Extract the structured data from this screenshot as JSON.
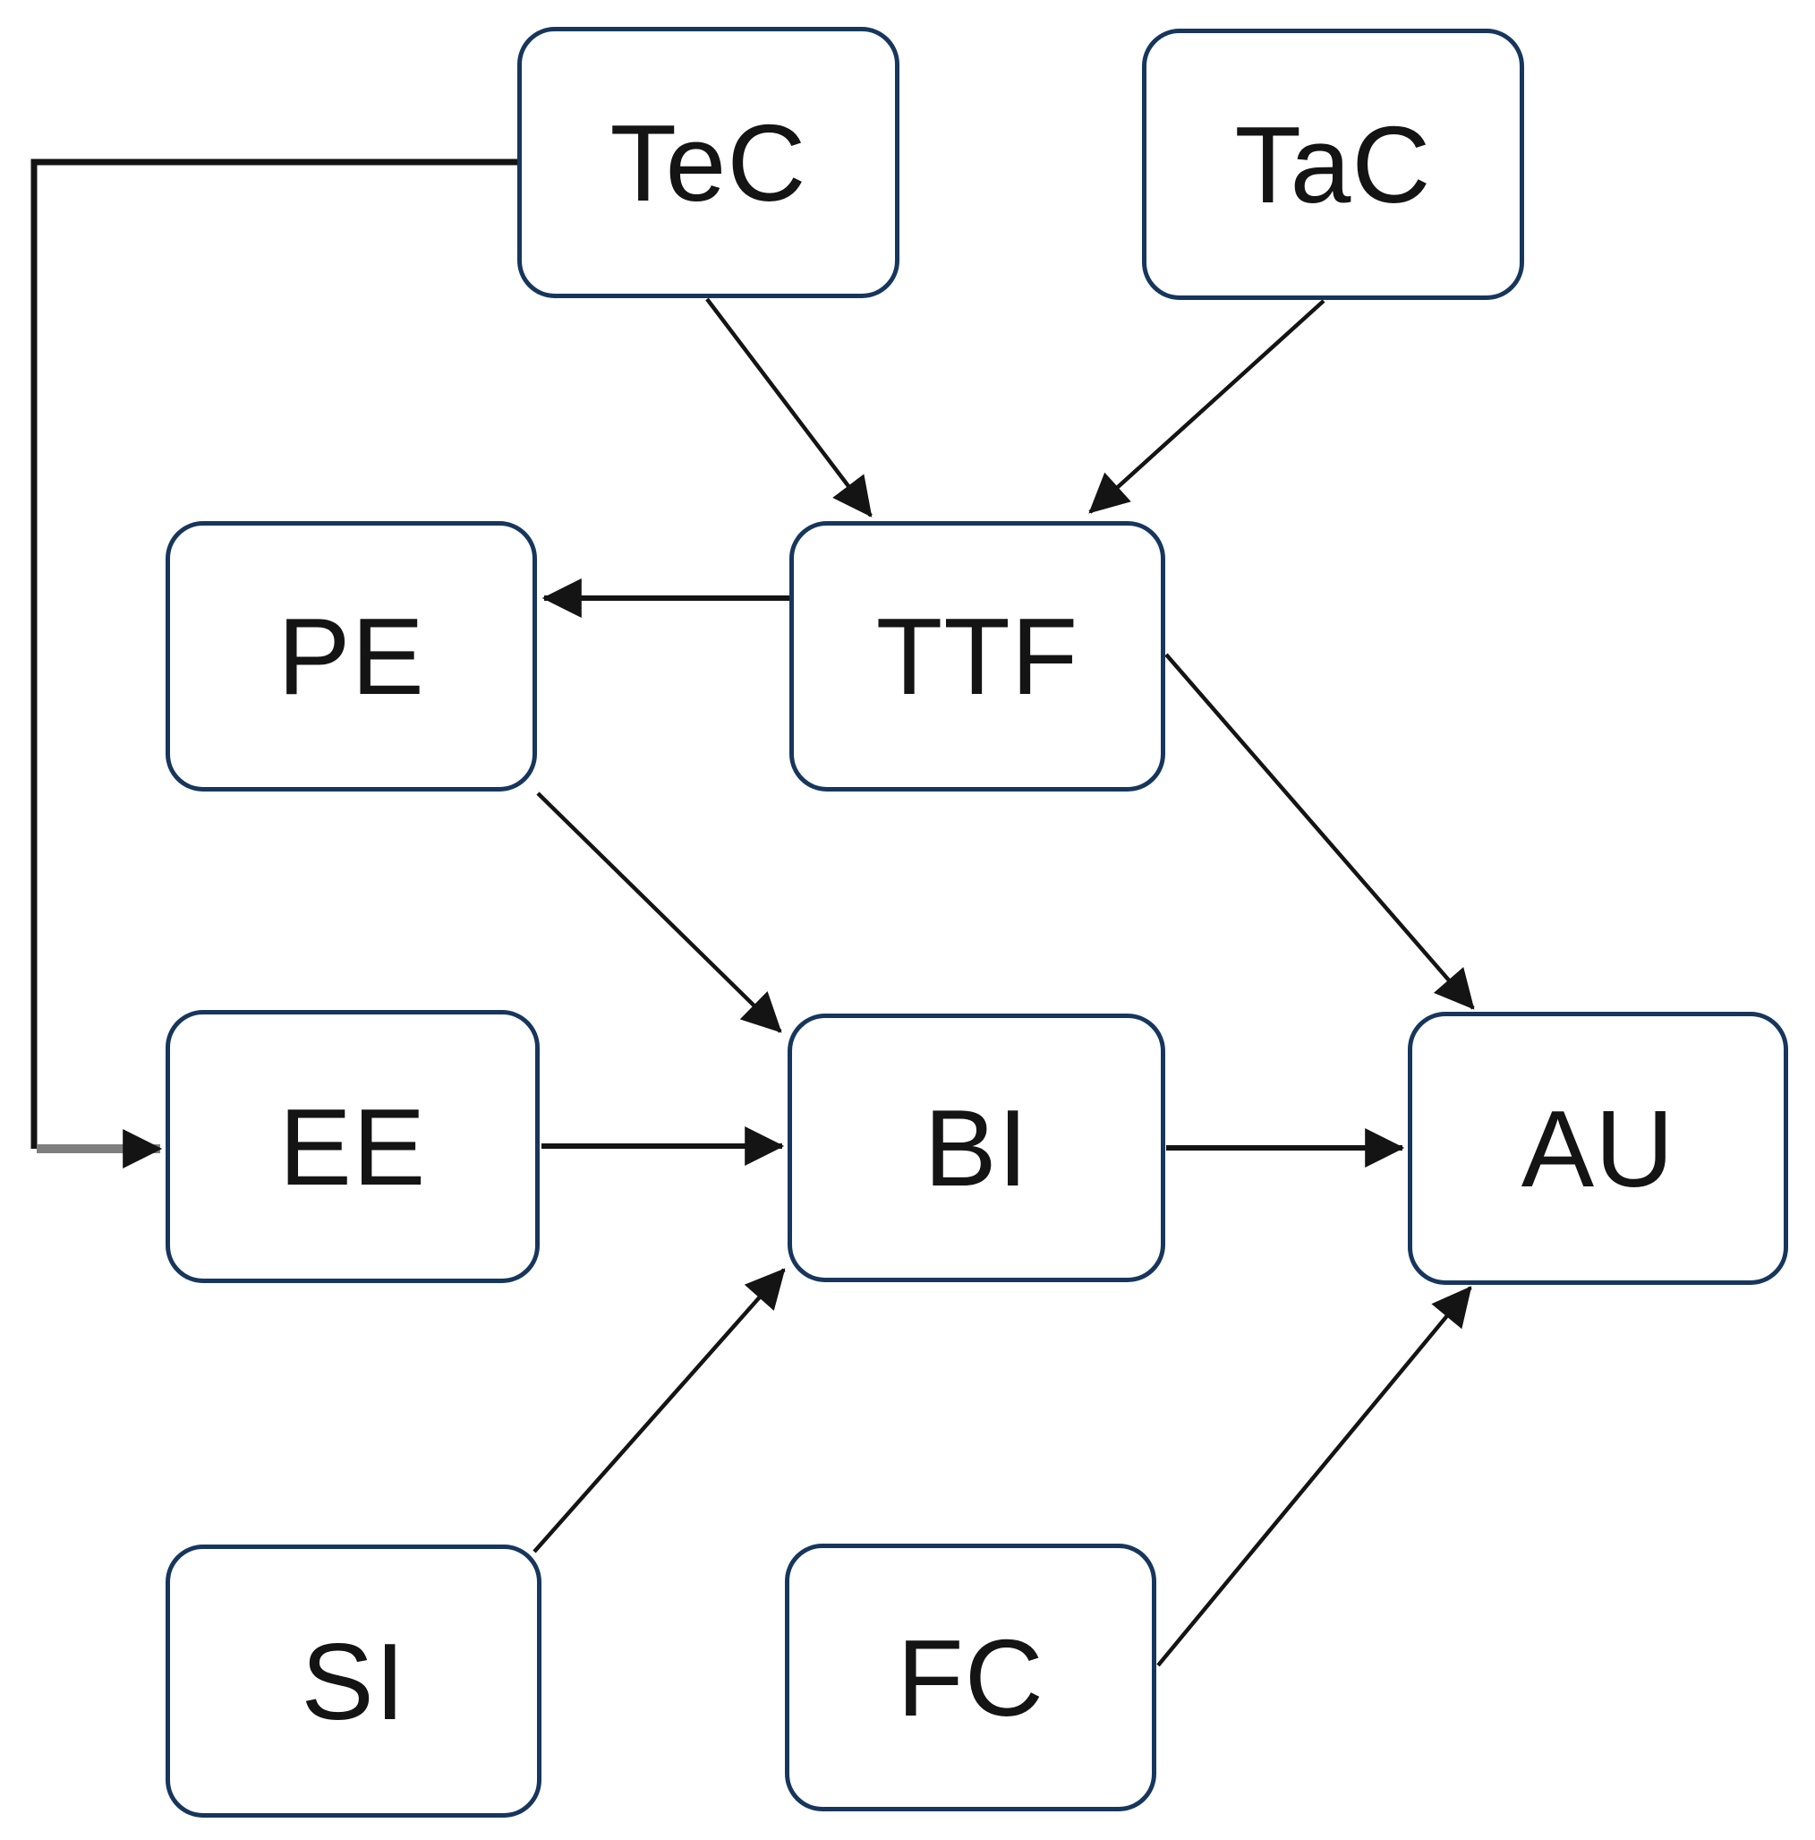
{
  "diagram": {
    "nodes": [
      {
        "id": "TeC",
        "label": "TeC"
      },
      {
        "id": "TaC",
        "label": "TaC"
      },
      {
        "id": "PE",
        "label": "PE"
      },
      {
        "id": "TTF",
        "label": "TTF"
      },
      {
        "id": "EE",
        "label": "EE"
      },
      {
        "id": "BI",
        "label": "BI"
      },
      {
        "id": "AU",
        "label": "AU"
      },
      {
        "id": "SI",
        "label": "SI"
      },
      {
        "id": "FC",
        "label": "FC"
      }
    ],
    "edges": [
      {
        "from": "TeC",
        "to": "TTF"
      },
      {
        "from": "TaC",
        "to": "TTF"
      },
      {
        "from": "TTF",
        "to": "PE"
      },
      {
        "from": "TTF",
        "to": "AU"
      },
      {
        "from": "TeC",
        "to": "EE"
      },
      {
        "from": "PE",
        "to": "BI"
      },
      {
        "from": "EE",
        "to": "BI"
      },
      {
        "from": "SI",
        "to": "BI"
      },
      {
        "from": "BI",
        "to": "AU"
      },
      {
        "from": "FC",
        "to": "AU"
      }
    ]
  },
  "colors": {
    "node-border": "#17365d",
    "node-fill": "#ffffff",
    "node-text": "#141414",
    "arrow": "#141414",
    "elbow-gray": "#7f7f7f",
    "page-bg": "#ffffff"
  }
}
